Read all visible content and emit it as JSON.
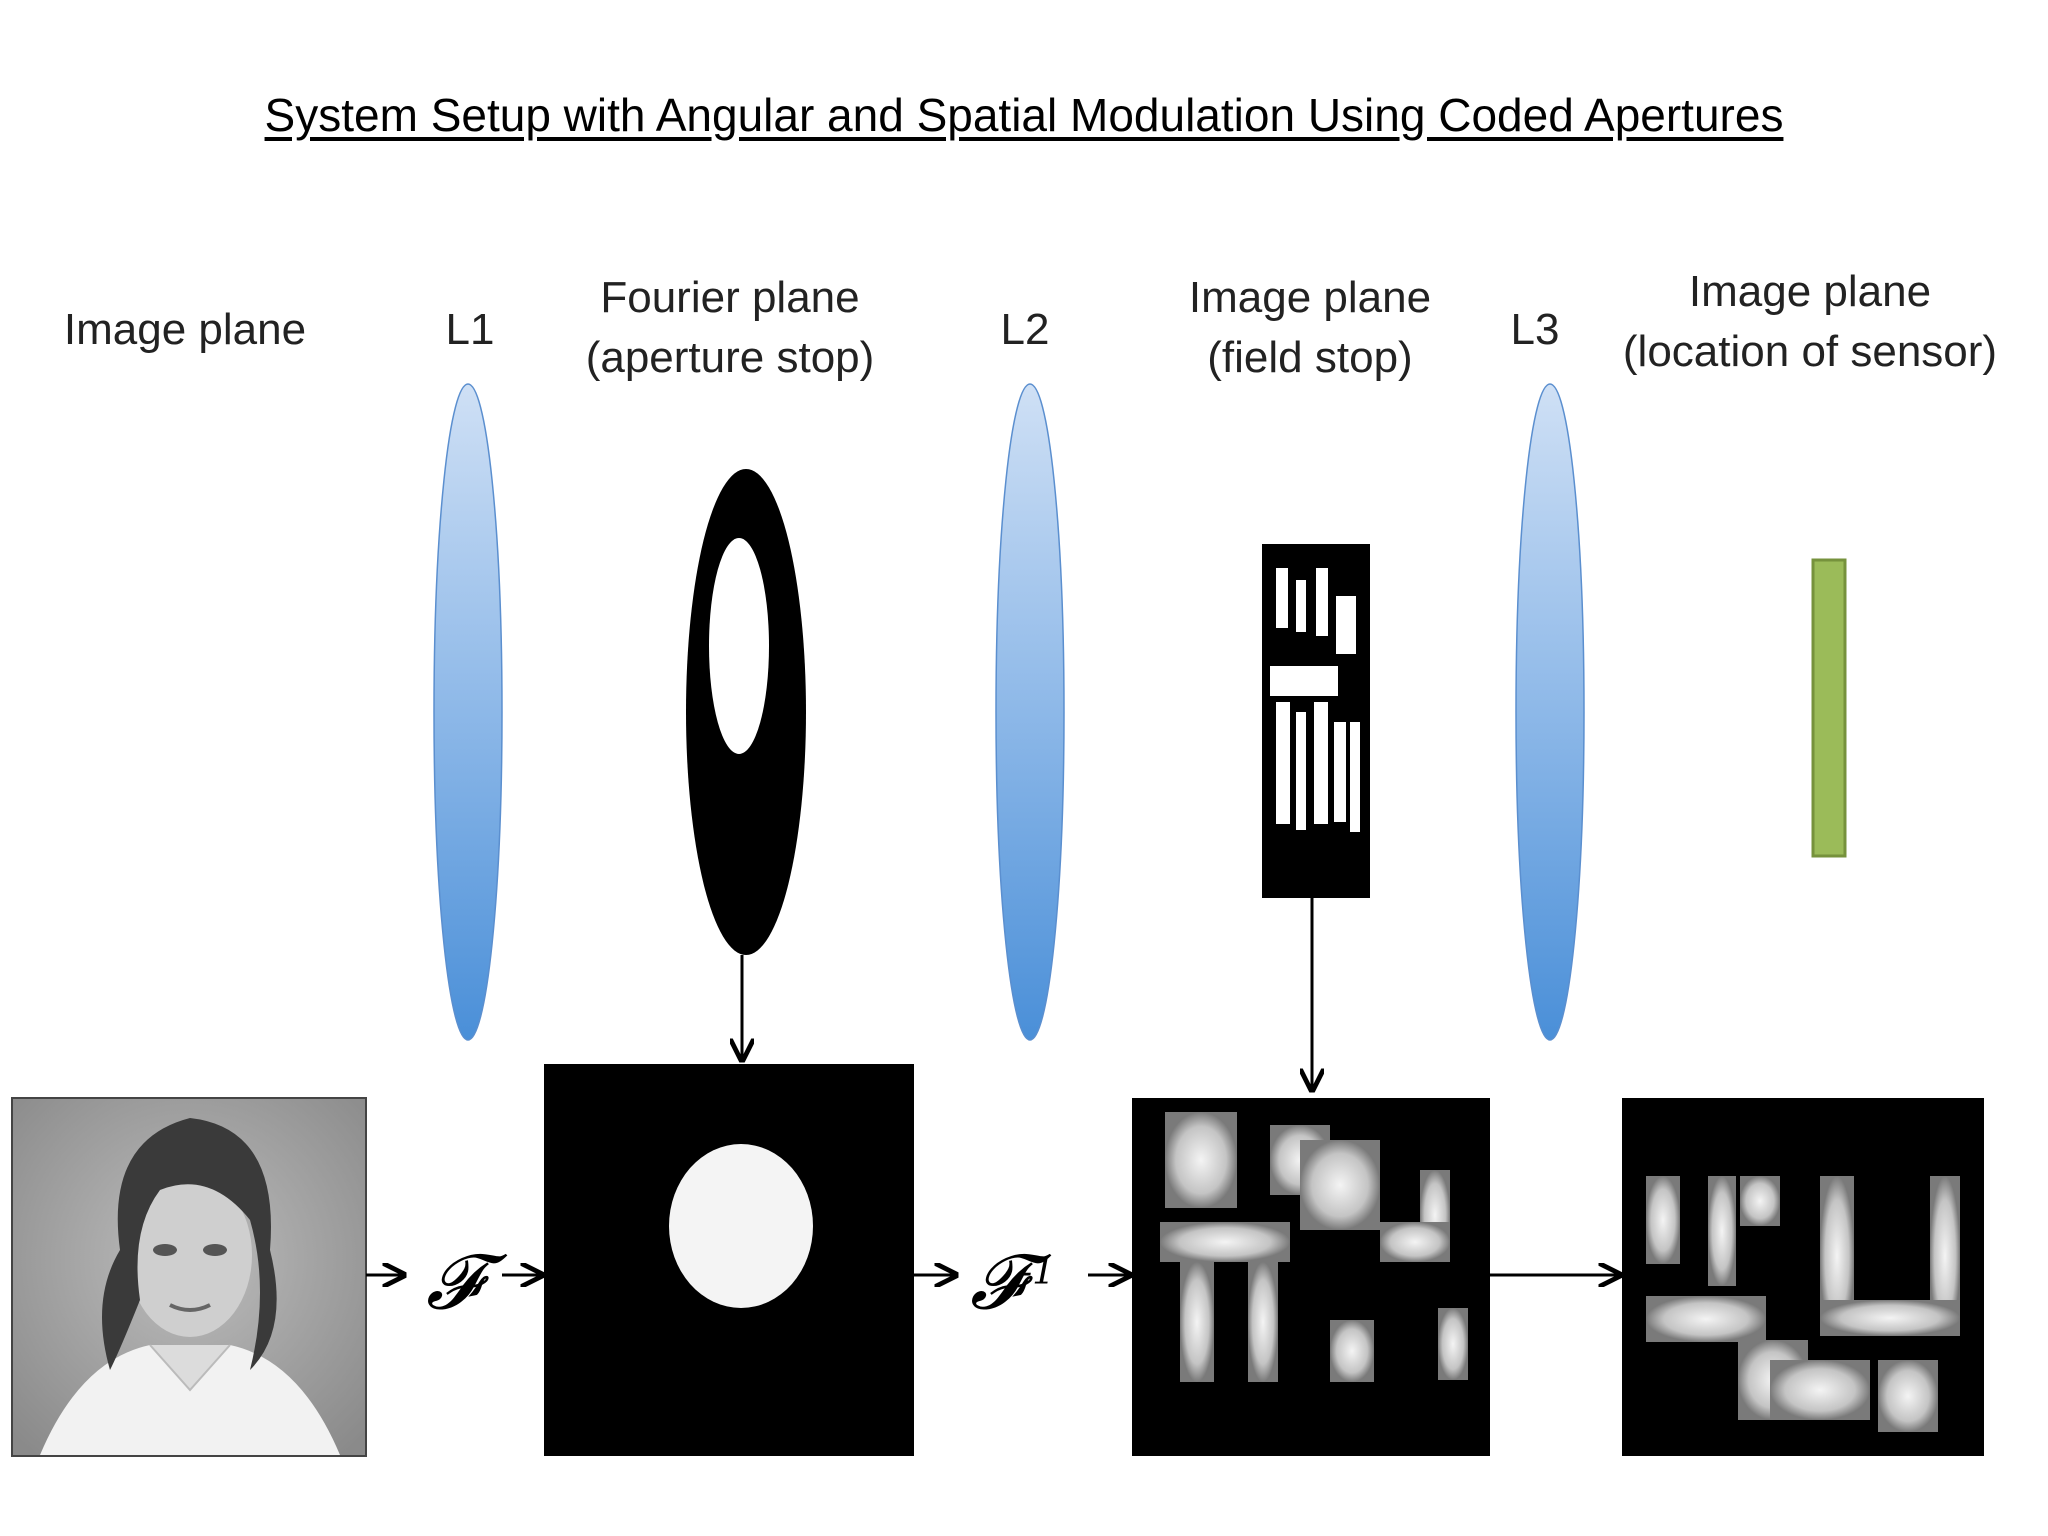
{
  "title": "System Setup with Angular and Spatial Modulation Using Coded Apertures",
  "labels": {
    "image_plane_1": "Image plane",
    "l1": "L1",
    "fourier_plane": "Fourier plane",
    "aperture_stop": "(aperture stop)",
    "l2": "L2",
    "image_plane_2": "Image plane",
    "field_stop": "(field stop)",
    "l3": "L3",
    "image_plane_3": "Image plane",
    "sensor_location": "(location of sensor)"
  },
  "operators": {
    "fourier": "𝓕",
    "inverse_fourier": "𝓕",
    "inverse_superscript": "-1"
  },
  "colors": {
    "lens": "#5b9bd8",
    "sensor_fill": "#9bbb59",
    "sensor_stroke": "#76923c",
    "mask": "#000000"
  }
}
